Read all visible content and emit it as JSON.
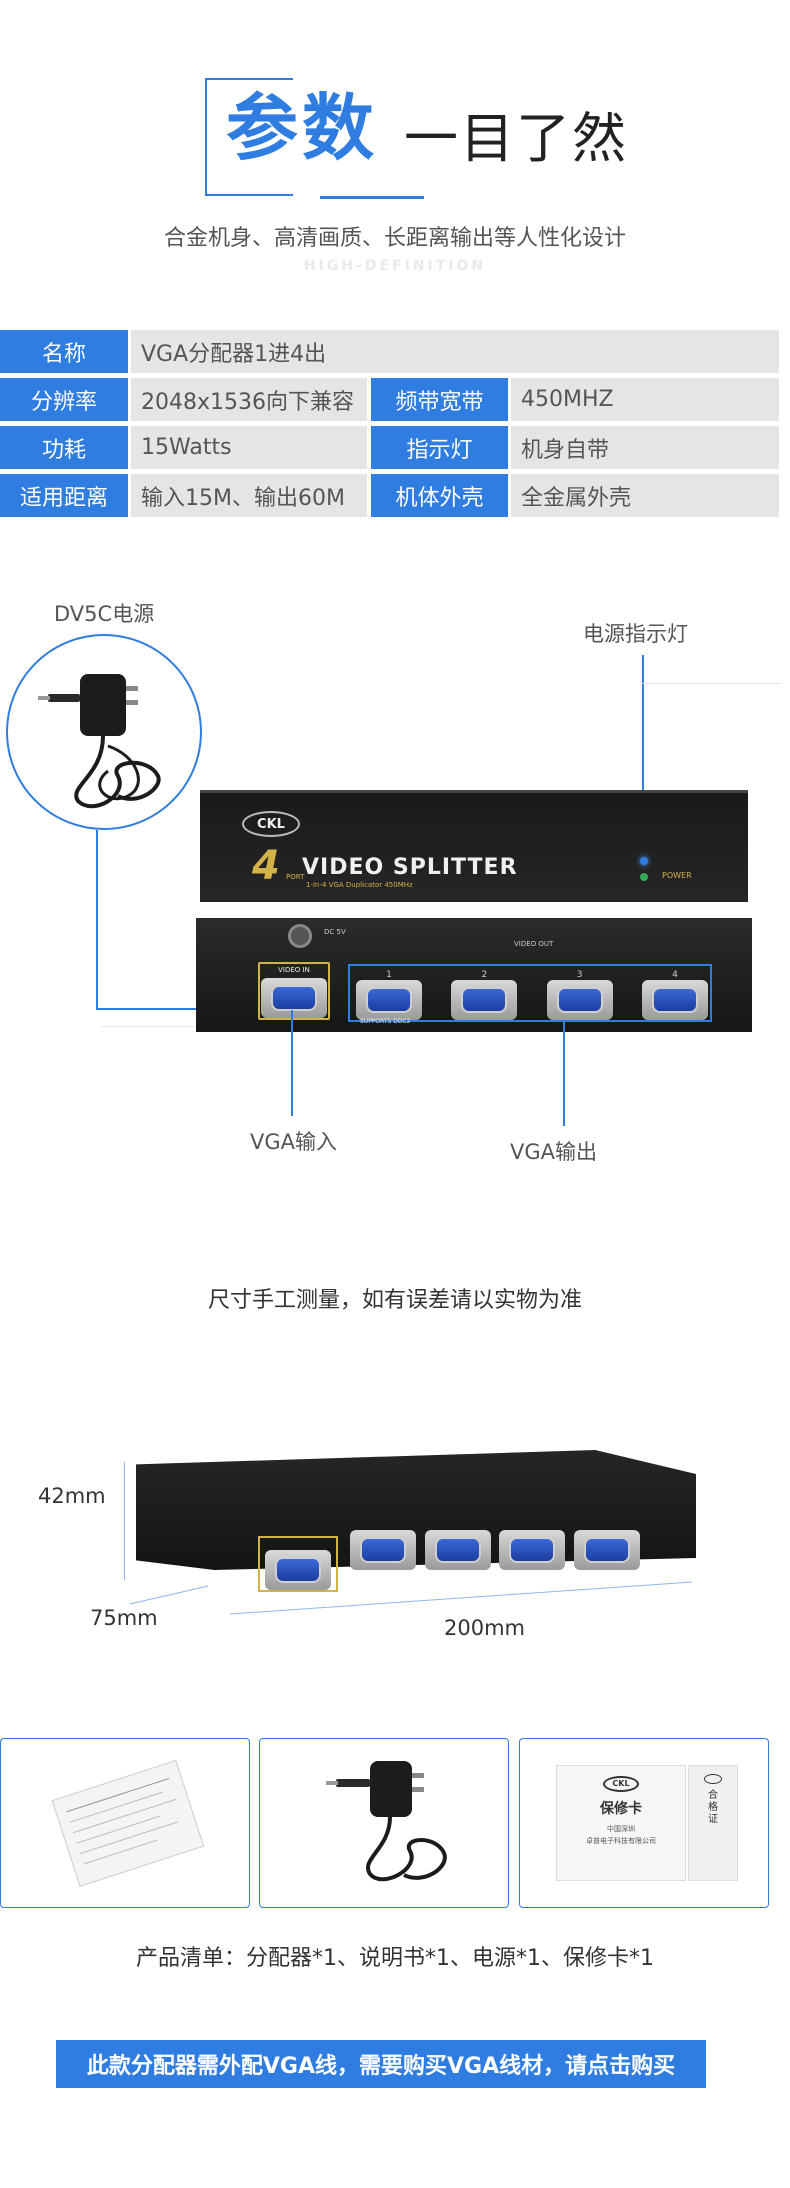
{
  "header": {
    "title": "参数",
    "subtitle": "一目了然",
    "caption": "合金机身、高清画质、长距离输出等人性化设计",
    "ghost_text": "HIGH-DEFINITION"
  },
  "specs": {
    "name_label": "名称",
    "name_value": "VGA分配器1进4出",
    "resolution_label": "分辨率",
    "resolution_value": "2048x1536向下兼容",
    "bandwidth_label": "频带宽带",
    "bandwidth_value": "450MHZ",
    "power_label": "功耗",
    "power_value": "15Watts",
    "indicator_label": "指示灯",
    "indicator_value": "机身自带",
    "distance_label": "适用距离",
    "distance_value": "输入15M、输出60M",
    "shell_label": "机体外壳",
    "shell_value": "全金属外壳"
  },
  "diagram": {
    "power_adapter_label": "DV5C电源",
    "power_led_label": "电源指示灯",
    "vga_in_label": "VGA输入",
    "vga_out_label": "VGA输出",
    "brand": "CKL",
    "port_count": "4",
    "port_word": "PORT",
    "product_name": "VIDEO SPLITTER",
    "product_tagline": "1-In-4 VGA Duplicator  450MHz",
    "power_led_text": "POWER",
    "video_in_text": "VIDEO IN",
    "video_out_text": "VIDEO OUT",
    "port_numbers": [
      "1",
      "2",
      "3",
      "4"
    ],
    "supports_text": "SUPPORTS",
    "ddc_text": "DDC2",
    "dc_text": "DC 5V"
  },
  "measure": {
    "note": "尺寸手工测量，如有误差请以实物为准",
    "height": "42mm",
    "depth": "75mm",
    "width": "200mm"
  },
  "package": {
    "card_title": "保修卡",
    "card_subtitle_small": "合格证",
    "card_line1": "中国深圳",
    "card_line2": "卓普电子科技有限公司",
    "list": "产品清单：分配器*1、说明书*1、电源*1、保修卡*1"
  },
  "banner": {
    "text": "此款分配器需外配VGA线，需要购买VGA线材，请点击购买"
  },
  "colors": {
    "accent": "#2f7de1",
    "spec_bg": "#e5e5e5",
    "device_gold": "#d4b24a"
  }
}
